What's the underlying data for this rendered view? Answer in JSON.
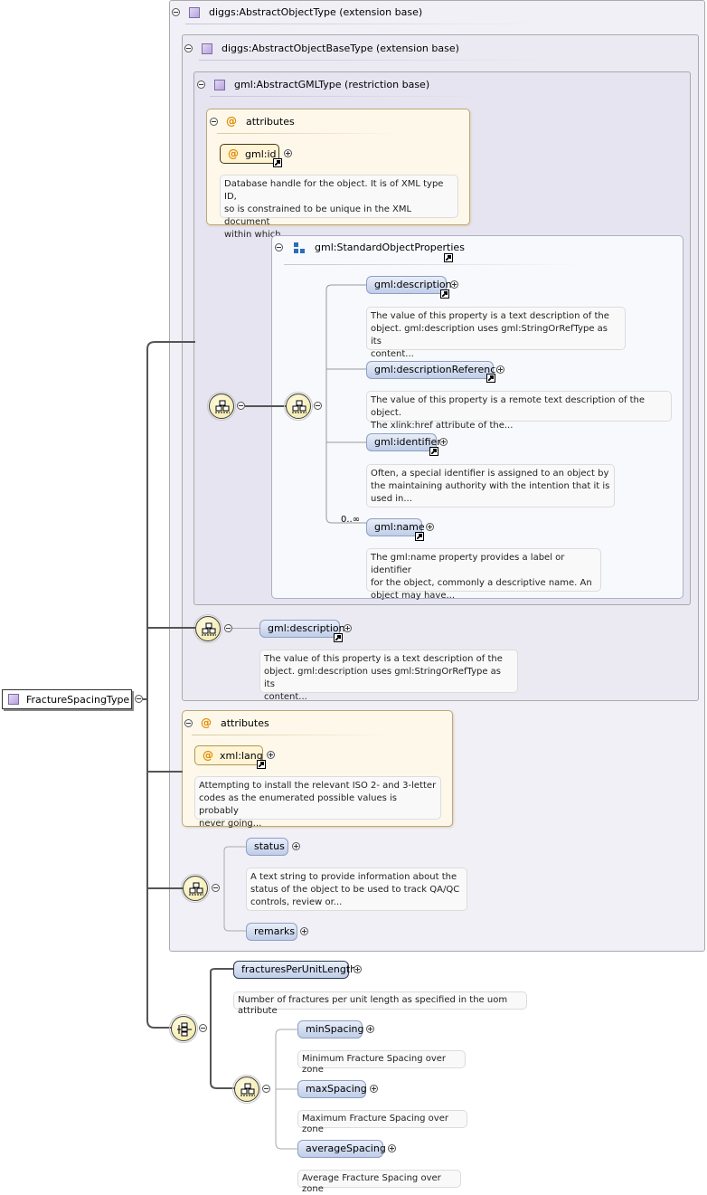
{
  "root": {
    "label": "FractureSpacingType"
  },
  "ext_abstract_object": {
    "label": "diggs:AbstractObjectType (extension base)"
  },
  "ext_abstract_object_base": {
    "label": "diggs:AbstractObjectBaseType (extension base)"
  },
  "ext_abstract_gml": {
    "label": "gml:AbstractGMLType (restriction base)"
  },
  "gml_attributes": {
    "header": "attributes",
    "id_attr": {
      "label": "gml:id",
      "doc": [
        "Database handle for the object. It is of XML type ID,",
        "so is constrained to be unique in the XML document",
        "within which..."
      ]
    }
  },
  "standard_props": {
    "label": "gml:StandardObjectProperties",
    "items": [
      {
        "label": "gml:description",
        "doc": [
          "The value of this property is a text description of the",
          "object. gml:description uses gml:StringOrRefType as its",
          "content..."
        ]
      },
      {
        "label": "gml:descriptionReference",
        "doc": [
          "The value of this property is a remote text description of the object.",
          "The xlink:href attribute of the..."
        ]
      },
      {
        "label": "gml:identifier",
        "doc": [
          "Often, a special identifier is assigned to an object by",
          "the maintaining authority with the intention that it is",
          "used in..."
        ]
      },
      {
        "label": "gml:name",
        "cardinality": "0..∞",
        "doc": [
          "The gml:name property provides a label or identifier",
          "for the object, commonly a descriptive name. An",
          "object may have..."
        ]
      }
    ]
  },
  "base_description": {
    "label": "gml:description",
    "doc": [
      "The value of this property is a text description of the",
      "object. gml:description uses gml:StringOrRefType as its",
      "content..."
    ]
  },
  "lang_attributes": {
    "header": "attributes",
    "lang_attr": {
      "label": "xml:lang",
      "doc": [
        "Attempting to install the relevant ISO 2- and 3-letter",
        "codes as the enumerated possible values is probably",
        "never going..."
      ]
    }
  },
  "status": {
    "label": "status",
    "doc": [
      "A text string to provide information about the",
      "status of the object to be used to track QA/QC",
      "controls, review or..."
    ]
  },
  "remarks": {
    "label": "remarks"
  },
  "fractures": {
    "label": "fracturesPerUnitLength",
    "doc": "Number of fractures per unit length as specified in the uom attribute"
  },
  "min_spacing": {
    "label": "minSpacing",
    "doc": "Minimum Fracture Spacing over zone"
  },
  "max_spacing": {
    "label": "maxSpacing",
    "doc": "Maximum Fracture Spacing over zone"
  },
  "avg_spacing": {
    "label": "averageSpacing",
    "doc": "Average Fracture Spacing over zone"
  }
}
